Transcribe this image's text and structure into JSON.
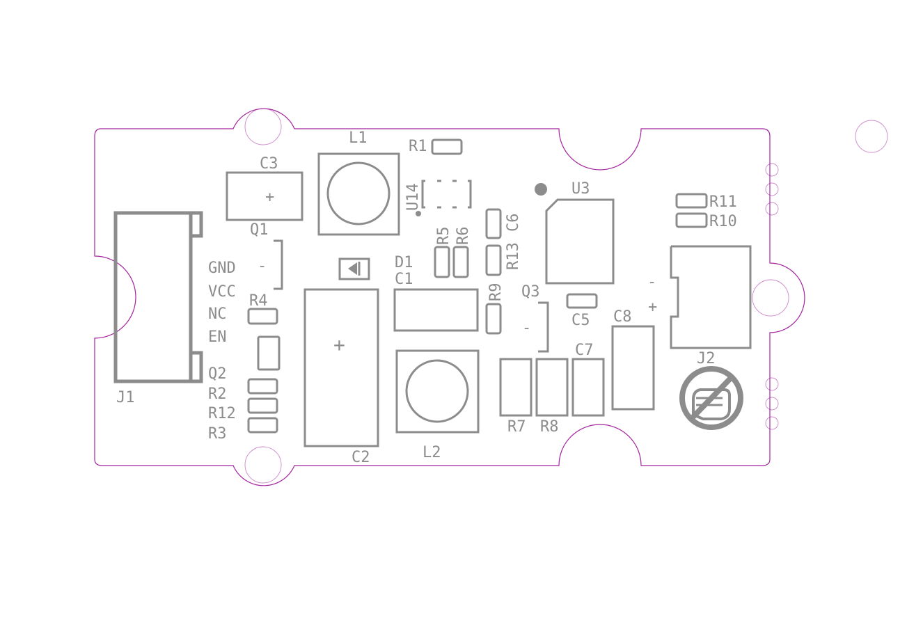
{
  "colors": {
    "silkscreen": "#8c8c8c",
    "board_outline": "#a3239e",
    "background": "#ffffff"
  },
  "designators": {
    "j1": "J1",
    "j2": "J2",
    "l1": "L1",
    "l2": "L2",
    "c1": "C1",
    "c2": "C2",
    "c3": "C3",
    "c5": "C5",
    "c6": "C6",
    "c7": "C7",
    "c8": "C8",
    "d1": "D1",
    "q1": "Q1",
    "q2": "Q2",
    "q3": "Q3",
    "r1": "R1",
    "r2": "R2",
    "r3": "R3",
    "r4": "R4",
    "r5": "R5",
    "r6": "R6",
    "r7": "R7",
    "r8": "R8",
    "r9": "R9",
    "r10": "R10",
    "r11": "R11",
    "r12": "R12",
    "r13": "R13",
    "u3": "U3",
    "u14": "U14"
  },
  "pins": {
    "gnd": "GND",
    "vcc": "VCC",
    "nc": "NC",
    "en": "EN"
  },
  "polarity": {
    "plus": "+",
    "minus": "-"
  },
  "icons": {
    "no_hand_icon": "no-touch-hand-symbol"
  }
}
